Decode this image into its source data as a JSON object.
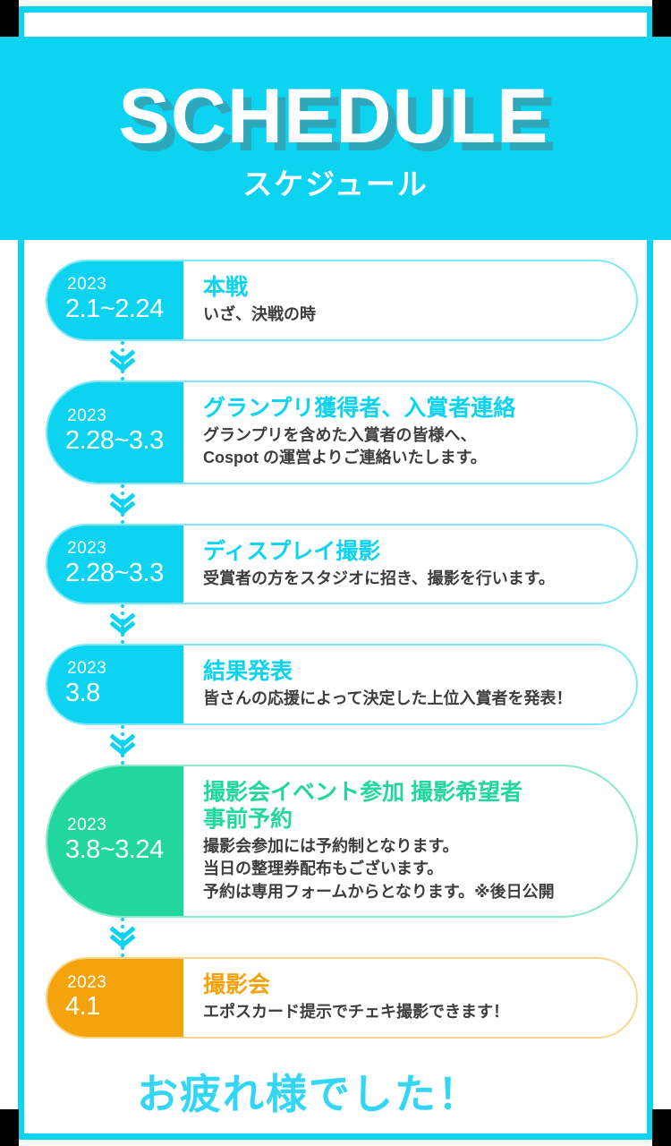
{
  "theme": {
    "cyan": "#0bd3f0",
    "green": "#22d79e",
    "orange": "#f5a30c",
    "title_shadow": "#3c96a5",
    "body_text": "#3d3d3d",
    "white": "#ffffff",
    "black": "#000000"
  },
  "hero": {
    "title": "SCHEDULE",
    "subtitle": "スケジュール"
  },
  "timeline": {
    "items": [
      {
        "year": "2023",
        "range": "2.1~2.24",
        "title": "本戦",
        "desc": "いざ、決戦の時",
        "accent": "cyan"
      },
      {
        "year": "2023",
        "range": "2.28~3.3",
        "title": "グランプリ獲得者、入賞者連絡",
        "desc": "グランプリを含めた入賞者の皆様へ、\nCospot の運営よりご連絡いたします。",
        "accent": "cyan"
      },
      {
        "year": "2023",
        "range": "2.28~3.3",
        "title": "ディスプレイ撮影",
        "desc": "受賞者の方をスタジオに招き、撮影を行います。",
        "accent": "cyan"
      },
      {
        "year": "2023",
        "range": "3.8",
        "title": "結果発表",
        "desc": "皆さんの応援によって決定した上位入賞者を発表！",
        "accent": "cyan"
      },
      {
        "year": "2023",
        "range": "3.8~3.24",
        "title": "撮影会イベント参加  撮影希望者\n事前予約",
        "desc": "撮影会参加には予約制となります。\n当日の整理券配布もございます。\n予約は専用フォームからとなります。※後日公開",
        "accent": "green"
      },
      {
        "year": "2023",
        "range": "4.1",
        "title": "撮影会",
        "desc": "エポスカード提示でチェキ撮影できます！",
        "accent": "orange"
      }
    ],
    "connector_icon": "double-chevron-down-icon"
  },
  "footer": {
    "message": "お疲れ様でした！"
  }
}
